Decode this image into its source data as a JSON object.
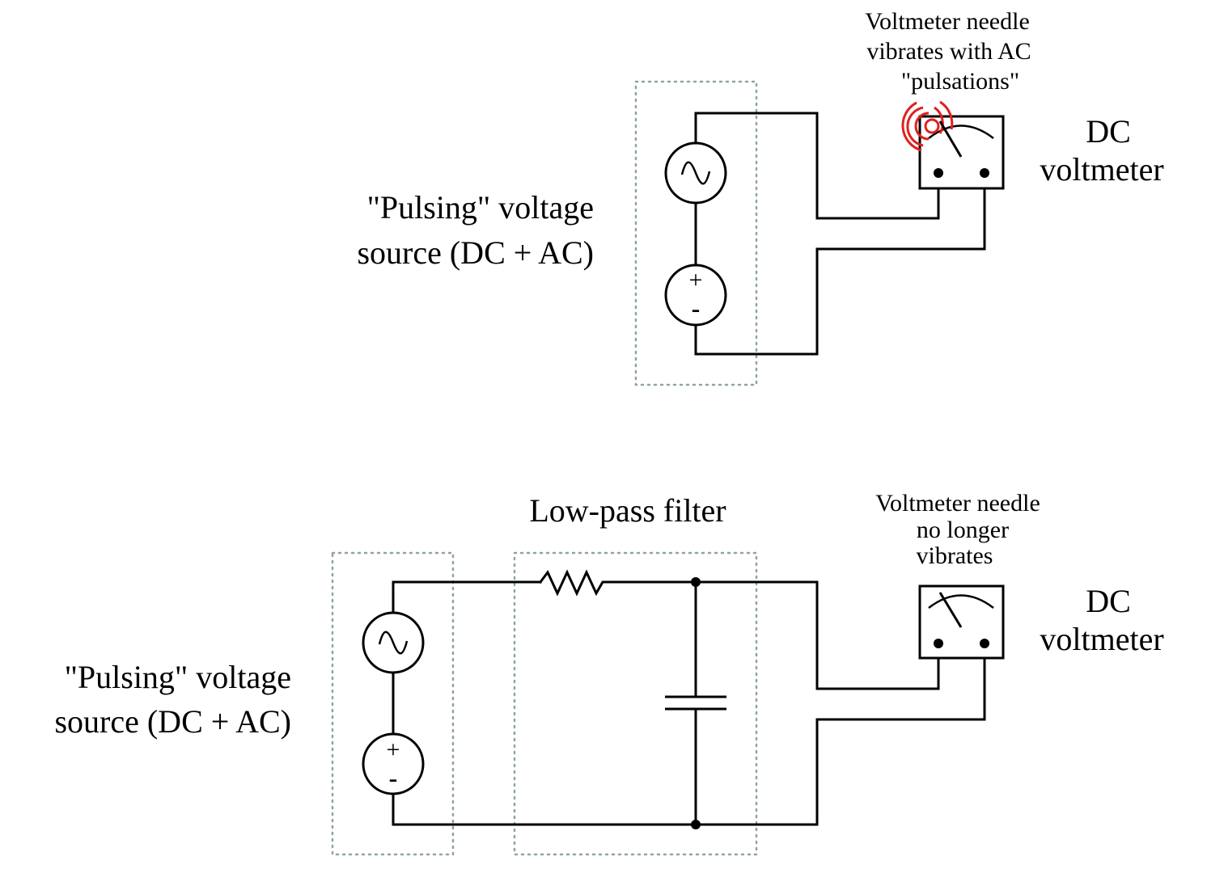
{
  "top": {
    "source_label_line1": "\"Pulsing\" voltage",
    "source_label_line2": "source (DC + AC)",
    "meter_label_line1": "DC",
    "meter_label_line2": "voltmeter",
    "note_line1": "Voltmeter needle",
    "note_line2": "vibrates with AC",
    "note_line3": "\"pulsations\"",
    "dc_plus": "+",
    "dc_minus": "-"
  },
  "bottom": {
    "filter_label": "Low-pass filter",
    "source_label_line1": "\"Pulsing\" voltage",
    "source_label_line2": "source (DC + AC)",
    "meter_label_line1": "DC",
    "meter_label_line2": "voltmeter",
    "note_line1": "Voltmeter needle",
    "note_line2": "no longer",
    "note_line3": "vibrates",
    "dc_plus": "+",
    "dc_minus": "-"
  },
  "colors": {
    "wire": "#000000",
    "enclosure": "#8fa3a3",
    "vibration": "#e0201e"
  }
}
